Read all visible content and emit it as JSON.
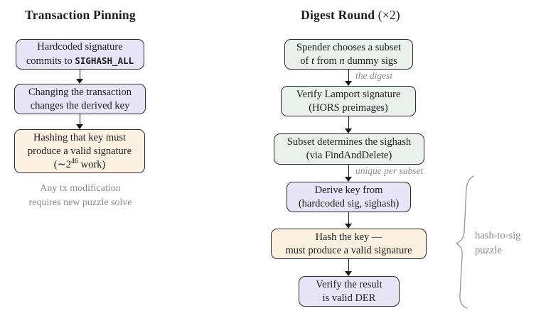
{
  "left_flow": {
    "title": "Transaction Pinning",
    "box1": {
      "line1": "Hardcoded signature",
      "line2_text": "commits to ",
      "line2_code": "SIGHASH_ALL"
    },
    "box2": {
      "line1": "Changing the transaction",
      "line2": "changes the derived key"
    },
    "box3": {
      "line1": "Hashing that key must",
      "line2": "produce a valid signature",
      "line3_open": "(∼2",
      "line3_sup": "46",
      "line3_close": " work)"
    },
    "caption": {
      "line1": "Any tx modification",
      "line2": "requires new puzzle solve"
    }
  },
  "right_flow": {
    "title_bold": "Digest Round",
    "title_math": " (×2)",
    "box1": {
      "line1": "Spender chooses a subset",
      "line2_p1": "of ",
      "line2_v1": "t",
      "line2_p2": " from ",
      "line2_v2": "n",
      "line2_p3": " dummy sigs"
    },
    "edge1_label": "the digest",
    "box2": {
      "line1": "Verify Lamport signature",
      "line2": "(HORS preimages)"
    },
    "box3": {
      "line1": "Subset determines the sighash",
      "line2": "(via FindAndDelete)"
    },
    "edge3_label": "unique per subset",
    "box4": {
      "line1": "Derive key from",
      "line2": "(hardcoded sig, sighash)"
    },
    "box5": {
      "line1": "Hash the key —",
      "line2": "must produce a valid signature"
    },
    "box6": {
      "line1": "Verify the result",
      "line2": "is valid DER"
    },
    "brace_label": {
      "line1": "hash-to-sig",
      "line2": "puzzle"
    }
  },
  "colors": {
    "lavender_box": "#e7e5f7",
    "mint_box": "#eaf1ec",
    "peach_box": "#fdf2e2",
    "box_border": "#2b2b2b",
    "text": "#1c1c1c",
    "muted_gray": "#8a8a8a",
    "arrow": "#1a1a1a",
    "background": "#ffffff"
  }
}
